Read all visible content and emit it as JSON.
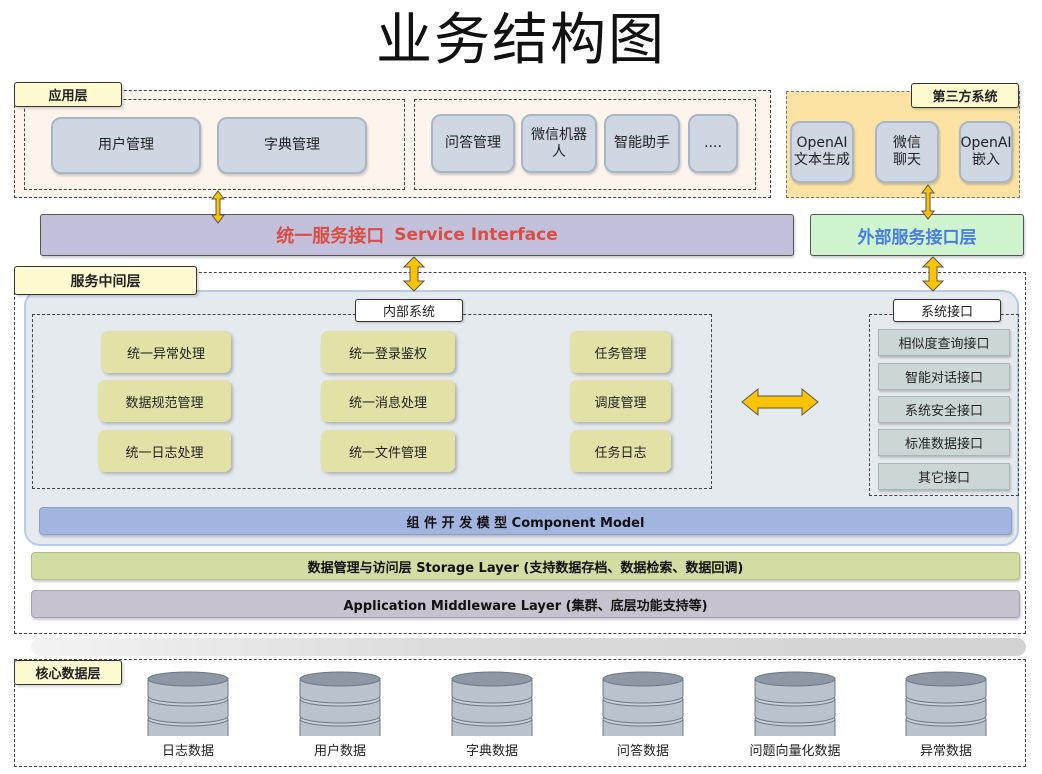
{
  "title": "业务结构图",
  "app_layer": {
    "label": "应用层",
    "items": [
      "用户管理",
      "字典管理",
      "问答管理",
      "微信机器人",
      "智能助手",
      "...."
    ]
  },
  "third_party": {
    "label": "第三方系统",
    "items": [
      "OpenAI 文本生成",
      "微信 聊天",
      "OpenAI 嵌入"
    ]
  },
  "service_interface": {
    "label_cn": "统一服务接口",
    "label_en": "Service Interface"
  },
  "external_interface": {
    "label": "外部服务接口层"
  },
  "middle_layer": {
    "label": "服务中间层",
    "internal": {
      "label": "内部系统",
      "items": [
        "统一异常处理",
        "统一登录鉴权",
        "任务管理",
        "数据规范管理",
        "统一消息处理",
        "调度管理",
        "统一日志处理",
        "统一文件管理",
        "任务日志"
      ]
    },
    "sys_interface": {
      "label": "系统接口",
      "items": [
        "相似度查询接口",
        "智能对话接口",
        "系统安全接口",
        "标准数据接口",
        "其它接口"
      ]
    },
    "component_model": "组 件 开 发 模 型 Component Model",
    "storage_layer": "数据管理与访问层 Storage Layer (支持数据存档、数据检索、数据回调)",
    "middleware_layer": "Application Middleware Layer (集群、底层功能支持等)"
  },
  "core_data": {
    "label": "核心数据层",
    "items": [
      "日志数据",
      "用户数据",
      "字典数据",
      "问答数据",
      "问题向量化数据",
      "异常数据"
    ]
  },
  "colors": {
    "app_bg": "#fdf5ec",
    "third_bg": "#fce3a4",
    "service_bar": "#c2c0da",
    "service_text": "#d94d46",
    "external_bar": "#cff5cf",
    "external_text": "#4a7de0",
    "component": "#a2b5e0",
    "storage": "#d3dca2",
    "middleware": "#c6c2d0",
    "arrow": "#fcc400"
  }
}
